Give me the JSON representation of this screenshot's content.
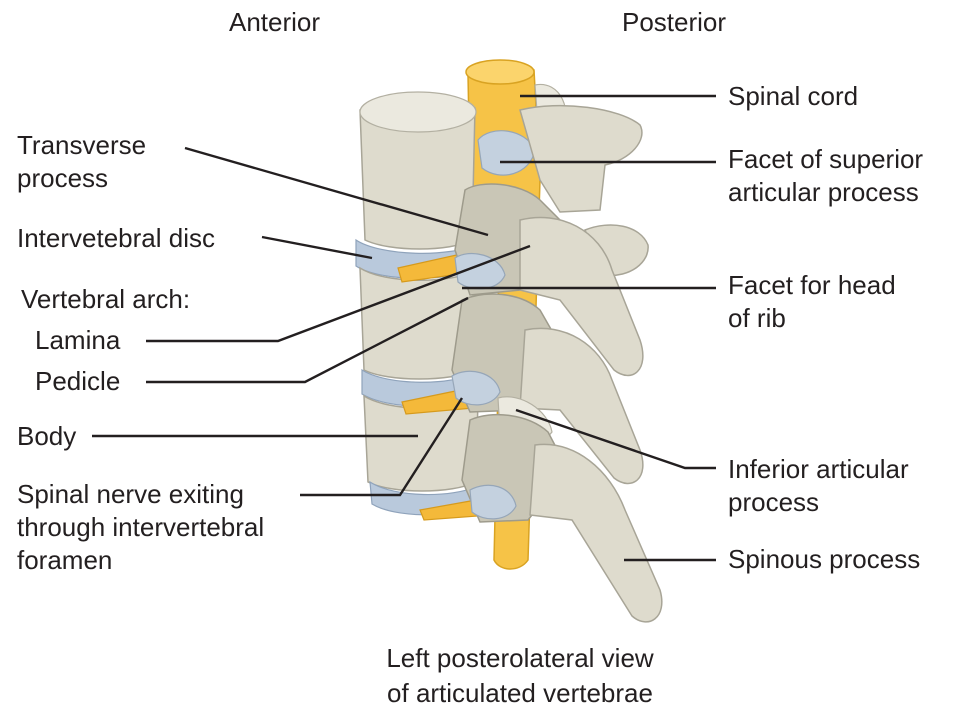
{
  "header": {
    "anterior": "Anterior",
    "posterior": "Posterior"
  },
  "labels": {
    "transverse_process": [
      "Transverse",
      "process"
    ],
    "intervertebral_disc": "Intervetebral disc",
    "vertebral_arch": "Vertebral arch:",
    "lamina": "Lamina",
    "pedicle": "Pedicle",
    "body": "Body",
    "spinal_nerve": [
      "Spinal nerve exiting",
      "through intervertebral",
      "foramen"
    ],
    "spinal_cord": "Spinal cord",
    "facet_superior": [
      "Facet of superior",
      "articular process"
    ],
    "facet_head_rib": [
      "Facet for head",
      "of rib"
    ],
    "inferior_articular": [
      "Inferior articular",
      "process"
    ],
    "spinous_process": "Spinous process"
  },
  "caption": [
    "Left posterolateral view",
    "of articulated vertebrae"
  ],
  "colors": {
    "bone": "#dedbcd",
    "disc": "#b9c9dc",
    "spinal_cord": "#f6c347",
    "text": "#231f20"
  }
}
